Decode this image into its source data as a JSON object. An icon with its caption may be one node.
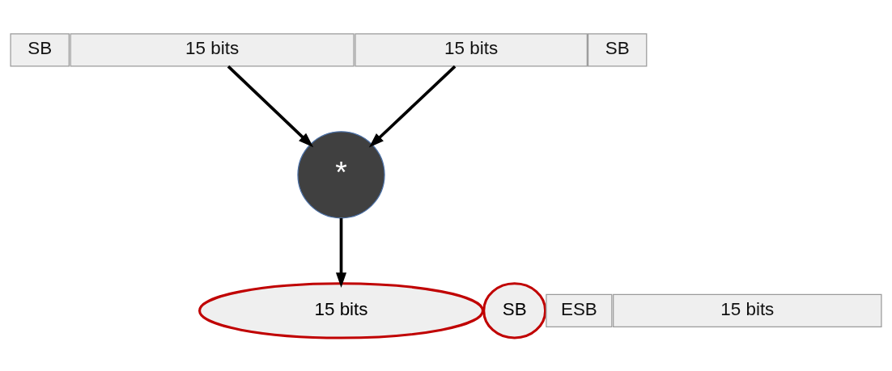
{
  "diagram": {
    "nodes": [
      {
        "text": [
          "SB"
        ]
      },
      {
        "text": [
          "15 bits"
        ]
      },
      {
        "text": [
          "SB"
        ]
      },
      {
        "text": [
          "15 bits"
        ]
      },
      {
        "text": [
          "*"
        ]
      },
      {
        "text": [
          "SB"
        ]
      },
      {
        "text": [
          "ESB"
        ]
      },
      {
        "text": [
          "15 bits"
        ]
      },
      {
        "text": [
          "15 bits"
        ]
      }
    ],
    "edges": [
      {
        "from": 1,
        "to": 4,
        "arrow": "to"
      },
      {
        "from": 3,
        "to": 4,
        "arrow": "to"
      },
      {
        "from": 4,
        "to": 7,
        "arrow": "to"
      }
    ]
  }
}
